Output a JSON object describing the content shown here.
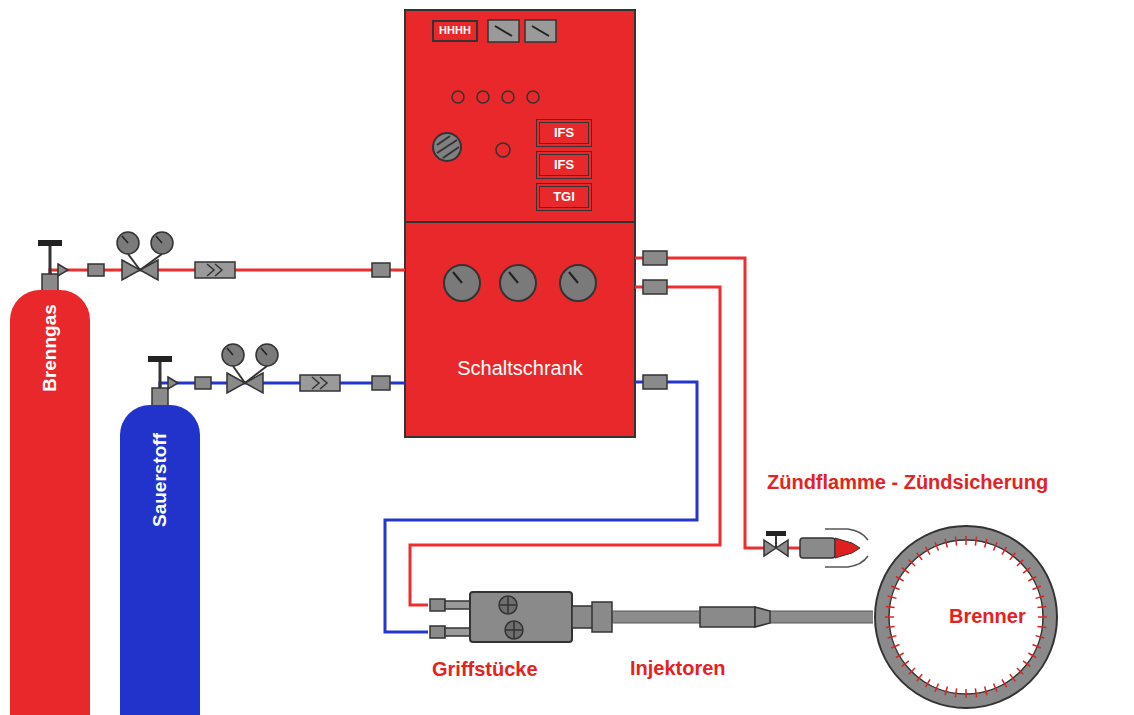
{
  "diagram": {
    "nodes": [
      {
        "text": [
          "Schaltschrank"
        ]
      },
      {
        "text": [
          "HHHH"
        ],
        "in": 0
      },
      {
        "text": [
          "IFS"
        ],
        "in": 0
      },
      {
        "text": [
          "IFS"
        ],
        "in": 0
      },
      {
        "text": [
          "TGI"
        ],
        "in": 0
      },
      {
        "text": [
          "Brenngas"
        ]
      },
      {
        "text": [
          "Sauerstoff"
        ]
      },
      {
        "text": [
          "Griffstücke"
        ]
      },
      {
        "text": [
          "Zündflamme - Zündsicherung"
        ]
      },
      {
        "text": [
          "Brenner"
        ]
      }
    ],
    "edges": [
      {
        "from": 5,
        "to": 0,
        "arrow": "none"
      },
      {
        "from": 6,
        "to": 0,
        "arrow": "none"
      },
      {
        "from": 0,
        "to": 8,
        "arrow": "none"
      },
      {
        "from": 0,
        "to": 7,
        "arrow": "none"
      },
      {
        "from": 0,
        "to": 7,
        "arrow": "none"
      },
      {
        "from": 7,
        "to": 9,
        "arrow": "none"
      }
    ],
    "labels": [
      "Injektoren"
    ]
  }
}
